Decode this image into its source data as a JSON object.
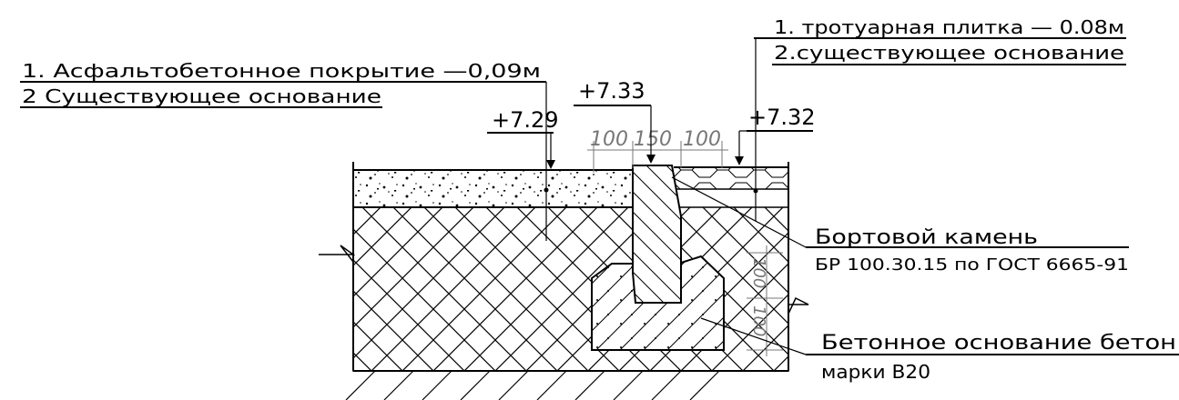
{
  "callouts": {
    "asphalt_layer1": "1. Асфальтобетонное покрытие —0,09м",
    "asphalt_layer2": "2 Существующее основание",
    "paving_layer1": "1. тротуарная плитка — 0.08м",
    "paving_layer2": "2.существующее основание",
    "curb_title": "Бортовой камень",
    "curb_spec": "БР 100.30.15 по ГОСТ 6665-91",
    "base_title": "Бетонное основание бетон",
    "base_spec": "марки В20"
  },
  "elevations": {
    "asphalt": "+7.29",
    "curb_top": "+7.33",
    "sidewalk": "+7.32"
  },
  "dimensions": {
    "d1": "100",
    "d2": "150",
    "d3": "100",
    "v1": "100",
    "v2": "100"
  }
}
